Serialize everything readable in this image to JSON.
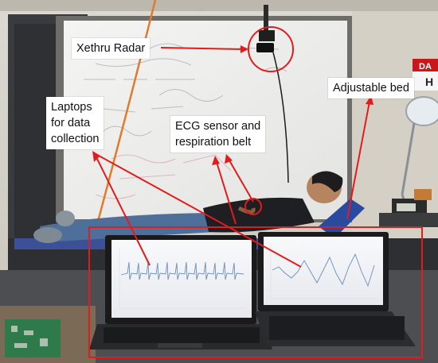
{
  "labels": {
    "radar": "Xethru Radar",
    "laptops": [
      "Laptops",
      "for data",
      "collection"
    ],
    "ecg": [
      "ECG sensor and",
      "respiration belt"
    ],
    "bed": "Adjustable bed"
  },
  "sign_text": [
    "DA",
    "H"
  ],
  "colors": {
    "annotation": "#e21b1b",
    "label_bg": "#ffffff",
    "label_text": "#111111",
    "wall": "#d9d6cf",
    "whiteboard": "#f1f1ef",
    "floor_frame": "#3b3b3b"
  },
  "icons": [
    "radar-device-icon",
    "laptop-icon",
    "person-icon",
    "lamp-icon"
  ]
}
